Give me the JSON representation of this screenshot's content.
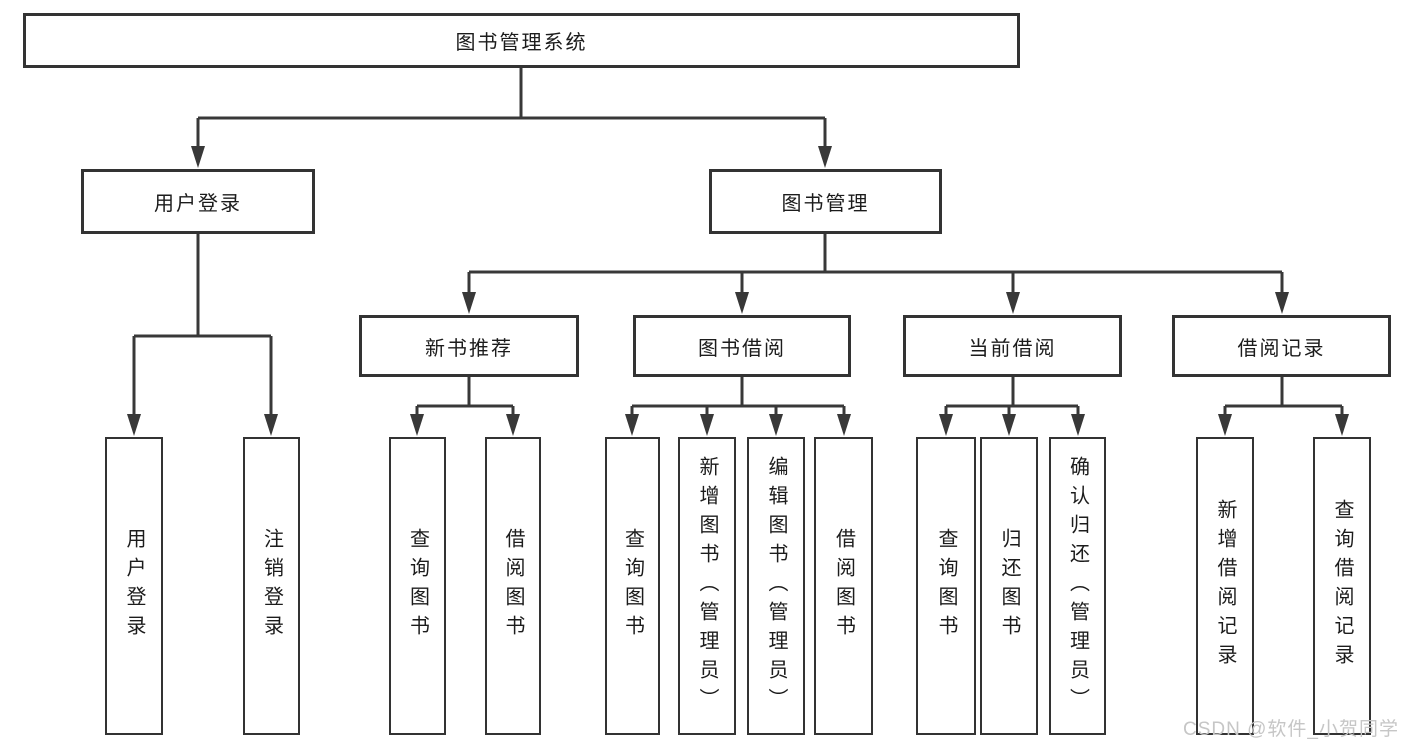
{
  "tree": {
    "label": "图书管理系统",
    "children": [
      {
        "label": "用户登录",
        "children": [
          {
            "label": "用户登录"
          },
          {
            "label": "注销登录"
          }
        ]
      },
      {
        "label": "图书管理",
        "children": [
          {
            "label": "新书推荐",
            "children": [
              {
                "label": "查询图书"
              },
              {
                "label": "借阅图书"
              }
            ]
          },
          {
            "label": "图书借阅",
            "children": [
              {
                "label": "查询图书"
              },
              {
                "label": "新增图书（管理员）"
              },
              {
                "label": "编辑图书（管理员）"
              },
              {
                "label": "借阅图书"
              }
            ]
          },
          {
            "label": "当前借阅",
            "children": [
              {
                "label": "查询图书"
              },
              {
                "label": "归还图书"
              },
              {
                "label": "确认归还（管理员）"
              }
            ]
          },
          {
            "label": "借阅记录",
            "children": [
              {
                "label": "新增借阅记录"
              },
              {
                "label": "查询借阅记录"
              }
            ]
          }
        ]
      }
    ]
  },
  "watermark": {
    "text": "CSDN @软件_小贺同学"
  },
  "colors": {
    "line": "#383838",
    "border": "#333333",
    "text": "#1c1c1c",
    "bg": "#ffffff",
    "watermark": "#c6c6c6"
  }
}
